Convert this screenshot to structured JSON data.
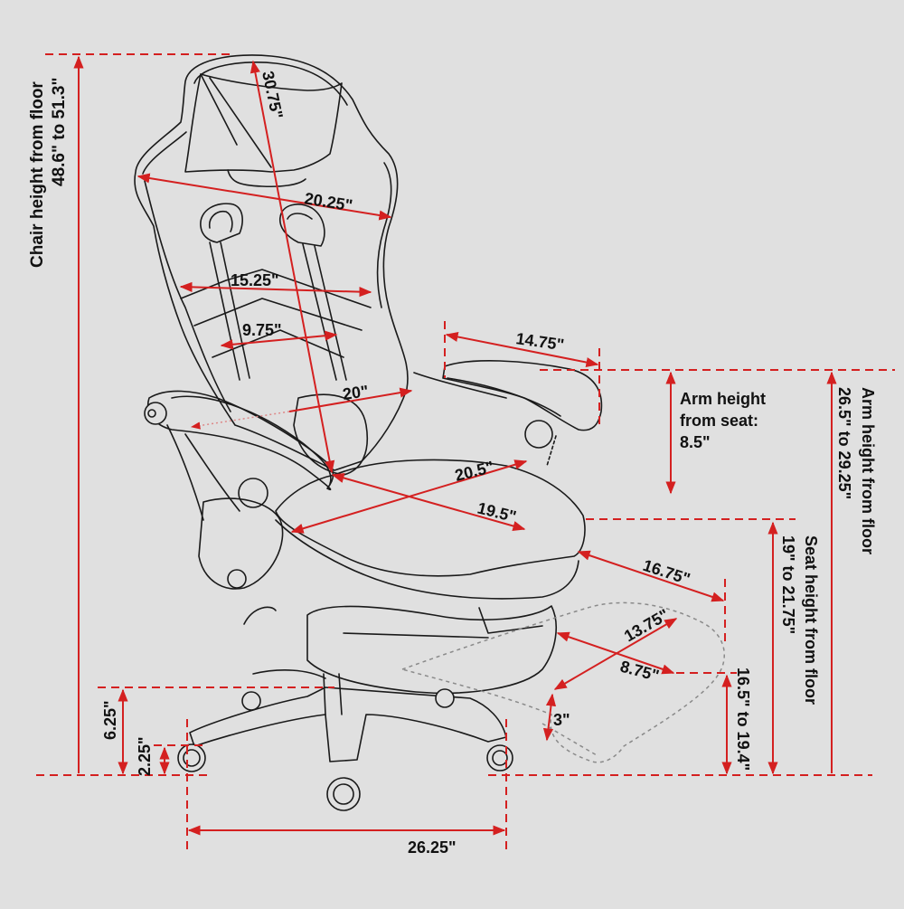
{
  "diagram": {
    "subject": "Reclining gaming chair with footrest — dimension drawing",
    "colors": {
      "background": "#e0e0e0",
      "dimension_lines": "#d42020",
      "outline": "#1a1a1a",
      "footrest_ghost": "#8a8a8a"
    },
    "labels": {
      "chair_height_title": "Chair height from floor",
      "chair_height_value": "48.6\" to 51.3\"",
      "backrest_height": "30.75\"",
      "shoulder_width": "20.25\"",
      "mid_back_width": "15.25\"",
      "lumbar_width": "9.75\"",
      "inner_arm_width": "20\"",
      "armrest_length": "14.75\"",
      "seat_width": "20.5\"",
      "seat_depth": "19.5\"",
      "arm_height_from_seat_line1": "Arm height",
      "arm_height_from_seat_line2": "from seat:",
      "arm_height_from_seat_value": "8.5\"",
      "arm_height_floor_title": "Arm height from floor",
      "arm_height_floor_value": "26.5\" to 29.25\"",
      "seat_height_title": "Seat height from floor",
      "seat_height_value": "19\" to 21.75\"",
      "footrest_extension": "16.75\"",
      "footrest_width": "13.75\"",
      "footrest_depth": "8.75\"",
      "footrest_thickness": "3\"",
      "footrest_height_floor": "16.5\" to 19.4\"",
      "base_height": "6.25\"",
      "caster_height": "2.25\"",
      "base_width": "26.25\""
    }
  }
}
